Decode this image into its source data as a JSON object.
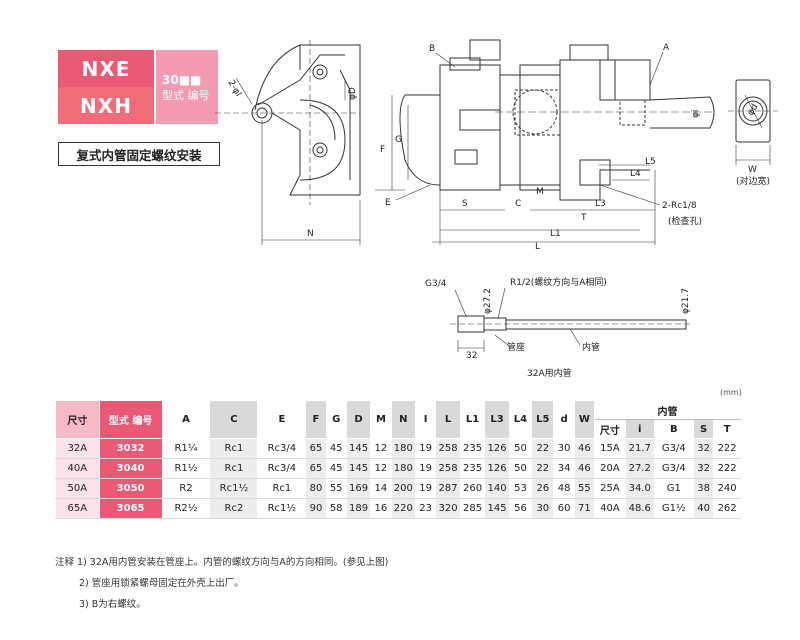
{
  "badge": {
    "series_1": "NXE",
    "series_2": "NXH",
    "code": "30■■",
    "code_label": "型式 编号"
  },
  "subtitle": "复式内管固定螺纹安装",
  "drawing": {
    "side_view": {
      "labels": {
        "phi_l_label": "2-φl",
        "phi_d_label": "φD",
        "n_label": "N"
      }
    },
    "main_view": {
      "labels": {
        "b": "B",
        "a": "A",
        "g": "G",
        "f": "F",
        "e": "E",
        "s": "S",
        "c": "C",
        "m": "M",
        "t": "T",
        "l3": "L3",
        "l1": "L1",
        "l": "L",
        "l4": "L4",
        "l5": "L5",
        "rc_port": "2-Rc1/8",
        "rc_port_note": "(检查孔)",
        "phi_i": "φi"
      }
    },
    "end_view": {
      "labels": {
        "phi_d": "φd",
        "w": "W",
        "w_note": "(对边宽)"
      }
    },
    "inner_pipe": {
      "labels": {
        "g34": "G3/4",
        "phi272": "φ27.2",
        "r12": "R1/2(螺纹方向与A相同)",
        "phi217": "φ21.7",
        "dim32": "32",
        "seat": "管座",
        "inner_pipe": "内管",
        "caption": "32A用内管"
      }
    }
  },
  "unit": "(mm)",
  "table": {
    "header_top": [
      "尺寸",
      "型式 编号",
      "A",
      "C",
      "E",
      "F",
      "G",
      "D",
      "M",
      "N",
      "I",
      "L",
      "L1",
      "L3",
      "L4",
      "L5",
      "d",
      "W",
      "内管"
    ],
    "inner_header": [
      "尺寸",
      "i",
      "B",
      "S",
      "T"
    ],
    "rows": [
      [
        "32A",
        "3032",
        "R1¼",
        "Rc1",
        "Rc3/4",
        "65",
        "45",
        "145",
        "12",
        "180",
        "19",
        "258",
        "235",
        "126",
        "50",
        "22",
        "30",
        "46",
        "15A",
        "21.7",
        "G3/4",
        "32",
        "222"
      ],
      [
        "40A",
        "3040",
        "R1½",
        "Rc1",
        "Rc3/4",
        "65",
        "45",
        "145",
        "12",
        "180",
        "19",
        "258",
        "235",
        "126",
        "50",
        "22",
        "34",
        "46",
        "20A",
        "27.2",
        "G3/4",
        "32",
        "222"
      ],
      [
        "50A",
        "3050",
        "R2",
        "Rc1½",
        "Rc1",
        "80",
        "55",
        "169",
        "14",
        "200",
        "19",
        "287",
        "260",
        "140",
        "53",
        "26",
        "48",
        "55",
        "25A",
        "34.0",
        "G1",
        "38",
        "240"
      ],
      [
        "65A",
        "3065",
        "R2½",
        "Rc2",
        "Rc1½",
        "90",
        "58",
        "189",
        "16",
        "220",
        "23",
        "320",
        "285",
        "145",
        "56",
        "30",
        "60",
        "71",
        "40A",
        "48.6",
        "G1½",
        "40",
        "262"
      ]
    ]
  },
  "notes": [
    "注释 1) 32A用内管安装在管座上。内管的螺纹方向与A的方向相同。(参见上图)",
    "2) 管座用锁紧螺母固定在外壳上出厂。",
    "3) B为右螺纹。"
  ]
}
